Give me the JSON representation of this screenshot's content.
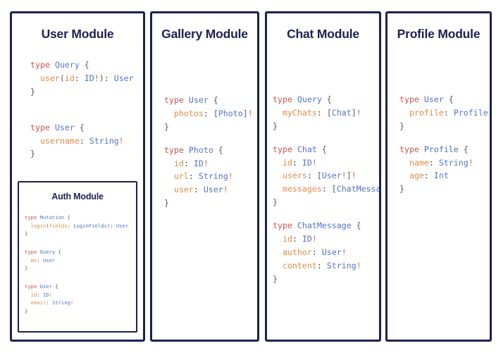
{
  "page": {
    "title": "GraphQL Schema Modules",
    "background_color": "#ffffff",
    "border_color": "#1d2050"
  },
  "palette": {
    "keyword": "#c8554f",
    "type_name": "#5573c6",
    "field_name": "#e08c46",
    "scalar_type": "#5573c6",
    "punctuation": "#4a4a52",
    "bang": "#d9603c",
    "title": "#1d2050"
  },
  "cards": [
    {
      "id": "user-module",
      "title": "User Module",
      "blocks": [
        {
          "lines": [
            [
              {
                "t": "type ",
                "c": "k"
              },
              {
                "t": "Query",
                "c": "tn"
              },
              {
                "t": " {",
                "c": "b"
              }
            ],
            [
              {
                "t": "  ",
                "c": "p"
              },
              {
                "t": "user",
                "c": "f"
              },
              {
                "t": "(",
                "c": "b"
              },
              {
                "t": "id",
                "c": "f"
              },
              {
                "t": ": ",
                "c": "p"
              },
              {
                "t": "ID",
                "c": "t"
              },
              {
                "t": "!",
                "c": "ex"
              },
              {
                "t": ")",
                "c": "b"
              },
              {
                "t": ": ",
                "c": "p"
              },
              {
                "t": "User",
                "c": "t"
              }
            ],
            [
              {
                "t": "}",
                "c": "b"
              }
            ]
          ]
        },
        {
          "lines": [
            [
              {
                "t": "type ",
                "c": "k"
              },
              {
                "t": "User",
                "c": "tn"
              },
              {
                "t": " {",
                "c": "b"
              }
            ],
            [
              {
                "t": "  ",
                "c": "p"
              },
              {
                "t": "username",
                "c": "f"
              },
              {
                "t": ": ",
                "c": "p"
              },
              {
                "t": "String",
                "c": "t"
              },
              {
                "t": "!",
                "c": "ex"
              }
            ],
            [
              {
                "t": "}",
                "c": "b"
              }
            ]
          ]
        }
      ],
      "nested": {
        "id": "auth-module",
        "title": "Auth Module",
        "blocks": [
          {
            "lines": [
              [
                {
                  "t": "type ",
                  "c": "k"
                },
                {
                  "t": "Mutation",
                  "c": "tn"
                },
                {
                  "t": " {",
                  "c": "b"
                }
              ],
              [
                {
                  "t": "  ",
                  "c": "p"
                },
                {
                  "t": "login",
                  "c": "f"
                },
                {
                  "t": "(",
                  "c": "b"
                },
                {
                  "t": "fields",
                  "c": "f"
                },
                {
                  "t": ": ",
                  "c": "p"
                },
                {
                  "t": "LoginFields",
                  "c": "t"
                },
                {
                  "t": ")",
                  "c": "b"
                },
                {
                  "t": ": ",
                  "c": "p"
                },
                {
                  "t": "User",
                  "c": "t"
                }
              ],
              [
                {
                  "t": "}",
                  "c": "b"
                }
              ]
            ]
          },
          {
            "lines": [
              [
                {
                  "t": "type ",
                  "c": "k"
                },
                {
                  "t": "Query",
                  "c": "tn"
                },
                {
                  "t": " {",
                  "c": "b"
                }
              ],
              [
                {
                  "t": "  ",
                  "c": "p"
                },
                {
                  "t": "me",
                  "c": "f"
                },
                {
                  "t": ": ",
                  "c": "p"
                },
                {
                  "t": "User",
                  "c": "t"
                }
              ],
              [
                {
                  "t": "}",
                  "c": "b"
                }
              ]
            ]
          },
          {
            "lines": [
              [
                {
                  "t": "type ",
                  "c": "k"
                },
                {
                  "t": "User",
                  "c": "tn"
                },
                {
                  "t": " {",
                  "c": "b"
                }
              ],
              [
                {
                  "t": "  ",
                  "c": "p"
                },
                {
                  "t": "id",
                  "c": "f"
                },
                {
                  "t": ": ",
                  "c": "p"
                },
                {
                  "t": "ID",
                  "c": "t"
                },
                {
                  "t": "!",
                  "c": "ex"
                }
              ],
              [
                {
                  "t": "  ",
                  "c": "p"
                },
                {
                  "t": "email",
                  "c": "f"
                },
                {
                  "t": ": ",
                  "c": "p"
                },
                {
                  "t": "String",
                  "c": "t"
                },
                {
                  "t": "!",
                  "c": "ex"
                }
              ],
              [
                {
                  "t": "}",
                  "c": "b"
                }
              ]
            ]
          }
        ]
      }
    },
    {
      "id": "gallery-module",
      "title": "Gallery Module",
      "blocks": [
        {
          "lines": [
            [
              {
                "t": "type ",
                "c": "k"
              },
              {
                "t": "User",
                "c": "tn"
              },
              {
                "t": " {",
                "c": "b"
              }
            ],
            [
              {
                "t": "  ",
                "c": "p"
              },
              {
                "t": "photos",
                "c": "f"
              },
              {
                "t": ": ",
                "c": "p"
              },
              {
                "t": "[",
                "c": "b"
              },
              {
                "t": "Photo",
                "c": "t"
              },
              {
                "t": "]",
                "c": "b"
              },
              {
                "t": "!",
                "c": "ex"
              }
            ],
            [
              {
                "t": "}",
                "c": "b"
              }
            ]
          ]
        },
        {
          "lines": [
            [
              {
                "t": "type ",
                "c": "k"
              },
              {
                "t": "Photo",
                "c": "tn"
              },
              {
                "t": " {",
                "c": "b"
              }
            ],
            [
              {
                "t": "  ",
                "c": "p"
              },
              {
                "t": "id",
                "c": "f"
              },
              {
                "t": ": ",
                "c": "p"
              },
              {
                "t": "ID",
                "c": "t"
              },
              {
                "t": "!",
                "c": "ex"
              }
            ],
            [
              {
                "t": "  ",
                "c": "p"
              },
              {
                "t": "url",
                "c": "f"
              },
              {
                "t": ": ",
                "c": "p"
              },
              {
                "t": "String",
                "c": "t"
              },
              {
                "t": "!",
                "c": "ex"
              }
            ],
            [
              {
                "t": "  ",
                "c": "p"
              },
              {
                "t": "user",
                "c": "f"
              },
              {
                "t": ": ",
                "c": "p"
              },
              {
                "t": "User",
                "c": "t"
              },
              {
                "t": "!",
                "c": "ex"
              }
            ],
            [
              {
                "t": "}",
                "c": "b"
              }
            ]
          ]
        }
      ]
    },
    {
      "id": "chat-module",
      "title": "Chat Module",
      "blocks": [
        {
          "lines": [
            [
              {
                "t": "type ",
                "c": "k"
              },
              {
                "t": "Query",
                "c": "tn"
              },
              {
                "t": " {",
                "c": "b"
              }
            ],
            [
              {
                "t": "  ",
                "c": "p"
              },
              {
                "t": "myChats",
                "c": "f"
              },
              {
                "t": ": ",
                "c": "p"
              },
              {
                "t": "[",
                "c": "b"
              },
              {
                "t": "Chat",
                "c": "t"
              },
              {
                "t": "]",
                "c": "b"
              },
              {
                "t": "!",
                "c": "ex"
              }
            ],
            [
              {
                "t": "}",
                "c": "b"
              }
            ]
          ]
        },
        {
          "lines": [
            [
              {
                "t": "type ",
                "c": "k"
              },
              {
                "t": "Chat",
                "c": "tn"
              },
              {
                "t": " {",
                "c": "b"
              }
            ],
            [
              {
                "t": "  ",
                "c": "p"
              },
              {
                "t": "id",
                "c": "f"
              },
              {
                "t": ": ",
                "c": "p"
              },
              {
                "t": "ID",
                "c": "t"
              },
              {
                "t": "!",
                "c": "ex"
              }
            ],
            [
              {
                "t": "  ",
                "c": "p"
              },
              {
                "t": "users",
                "c": "f"
              },
              {
                "t": ": ",
                "c": "p"
              },
              {
                "t": "[",
                "c": "b"
              },
              {
                "t": "User",
                "c": "t"
              },
              {
                "t": "!",
                "c": "ex"
              },
              {
                "t": "]",
                "c": "b"
              },
              {
                "t": "!",
                "c": "ex"
              }
            ],
            [
              {
                "t": "  ",
                "c": "p"
              },
              {
                "t": "messages",
                "c": "f"
              },
              {
                "t": ": ",
                "c": "p"
              },
              {
                "t": "[",
                "c": "b"
              },
              {
                "t": "ChatMessage",
                "c": "t"
              },
              {
                "t": "]",
                "c": "b"
              },
              {
                "t": "!",
                "c": "ex"
              }
            ],
            [
              {
                "t": "}",
                "c": "b"
              }
            ]
          ]
        },
        {
          "lines": [
            [
              {
                "t": "type ",
                "c": "k"
              },
              {
                "t": "ChatMessage",
                "c": "tn"
              },
              {
                "t": " {",
                "c": "b"
              }
            ],
            [
              {
                "t": "  ",
                "c": "p"
              },
              {
                "t": "id",
                "c": "f"
              },
              {
                "t": ": ",
                "c": "p"
              },
              {
                "t": "ID",
                "c": "t"
              },
              {
                "t": "!",
                "c": "ex"
              }
            ],
            [
              {
                "t": "  ",
                "c": "p"
              },
              {
                "t": "author",
                "c": "f"
              },
              {
                "t": ": ",
                "c": "p"
              },
              {
                "t": "User",
                "c": "t"
              },
              {
                "t": "!",
                "c": "ex"
              }
            ],
            [
              {
                "t": "  ",
                "c": "p"
              },
              {
                "t": "content",
                "c": "f"
              },
              {
                "t": ": ",
                "c": "p"
              },
              {
                "t": "String",
                "c": "t"
              },
              {
                "t": "!",
                "c": "ex"
              }
            ],
            [
              {
                "t": "}",
                "c": "b"
              }
            ]
          ]
        }
      ]
    },
    {
      "id": "profile-module",
      "title": "Profile Module",
      "blocks": [
        {
          "lines": [
            [
              {
                "t": "type ",
                "c": "k"
              },
              {
                "t": "User",
                "c": "tn"
              },
              {
                "t": " {",
                "c": "b"
              }
            ],
            [
              {
                "t": "  ",
                "c": "p"
              },
              {
                "t": "profile",
                "c": "f"
              },
              {
                "t": ": ",
                "c": "p"
              },
              {
                "t": "Profile",
                "c": "t"
              },
              {
                "t": "!",
                "c": "ex"
              }
            ],
            [
              {
                "t": "}",
                "c": "b"
              }
            ]
          ]
        },
        {
          "lines": [
            [
              {
                "t": "type ",
                "c": "k"
              },
              {
                "t": "Profile",
                "c": "tn"
              },
              {
                "t": " {",
                "c": "b"
              }
            ],
            [
              {
                "t": "  ",
                "c": "p"
              },
              {
                "t": "name",
                "c": "f"
              },
              {
                "t": ": ",
                "c": "p"
              },
              {
                "t": "String",
                "c": "t"
              },
              {
                "t": "!",
                "c": "ex"
              }
            ],
            [
              {
                "t": "  ",
                "c": "p"
              },
              {
                "t": "age",
                "c": "f"
              },
              {
                "t": ": ",
                "c": "p"
              },
              {
                "t": "Int",
                "c": "t"
              }
            ],
            [
              {
                "t": "}",
                "c": "b"
              }
            ]
          ]
        }
      ]
    }
  ]
}
